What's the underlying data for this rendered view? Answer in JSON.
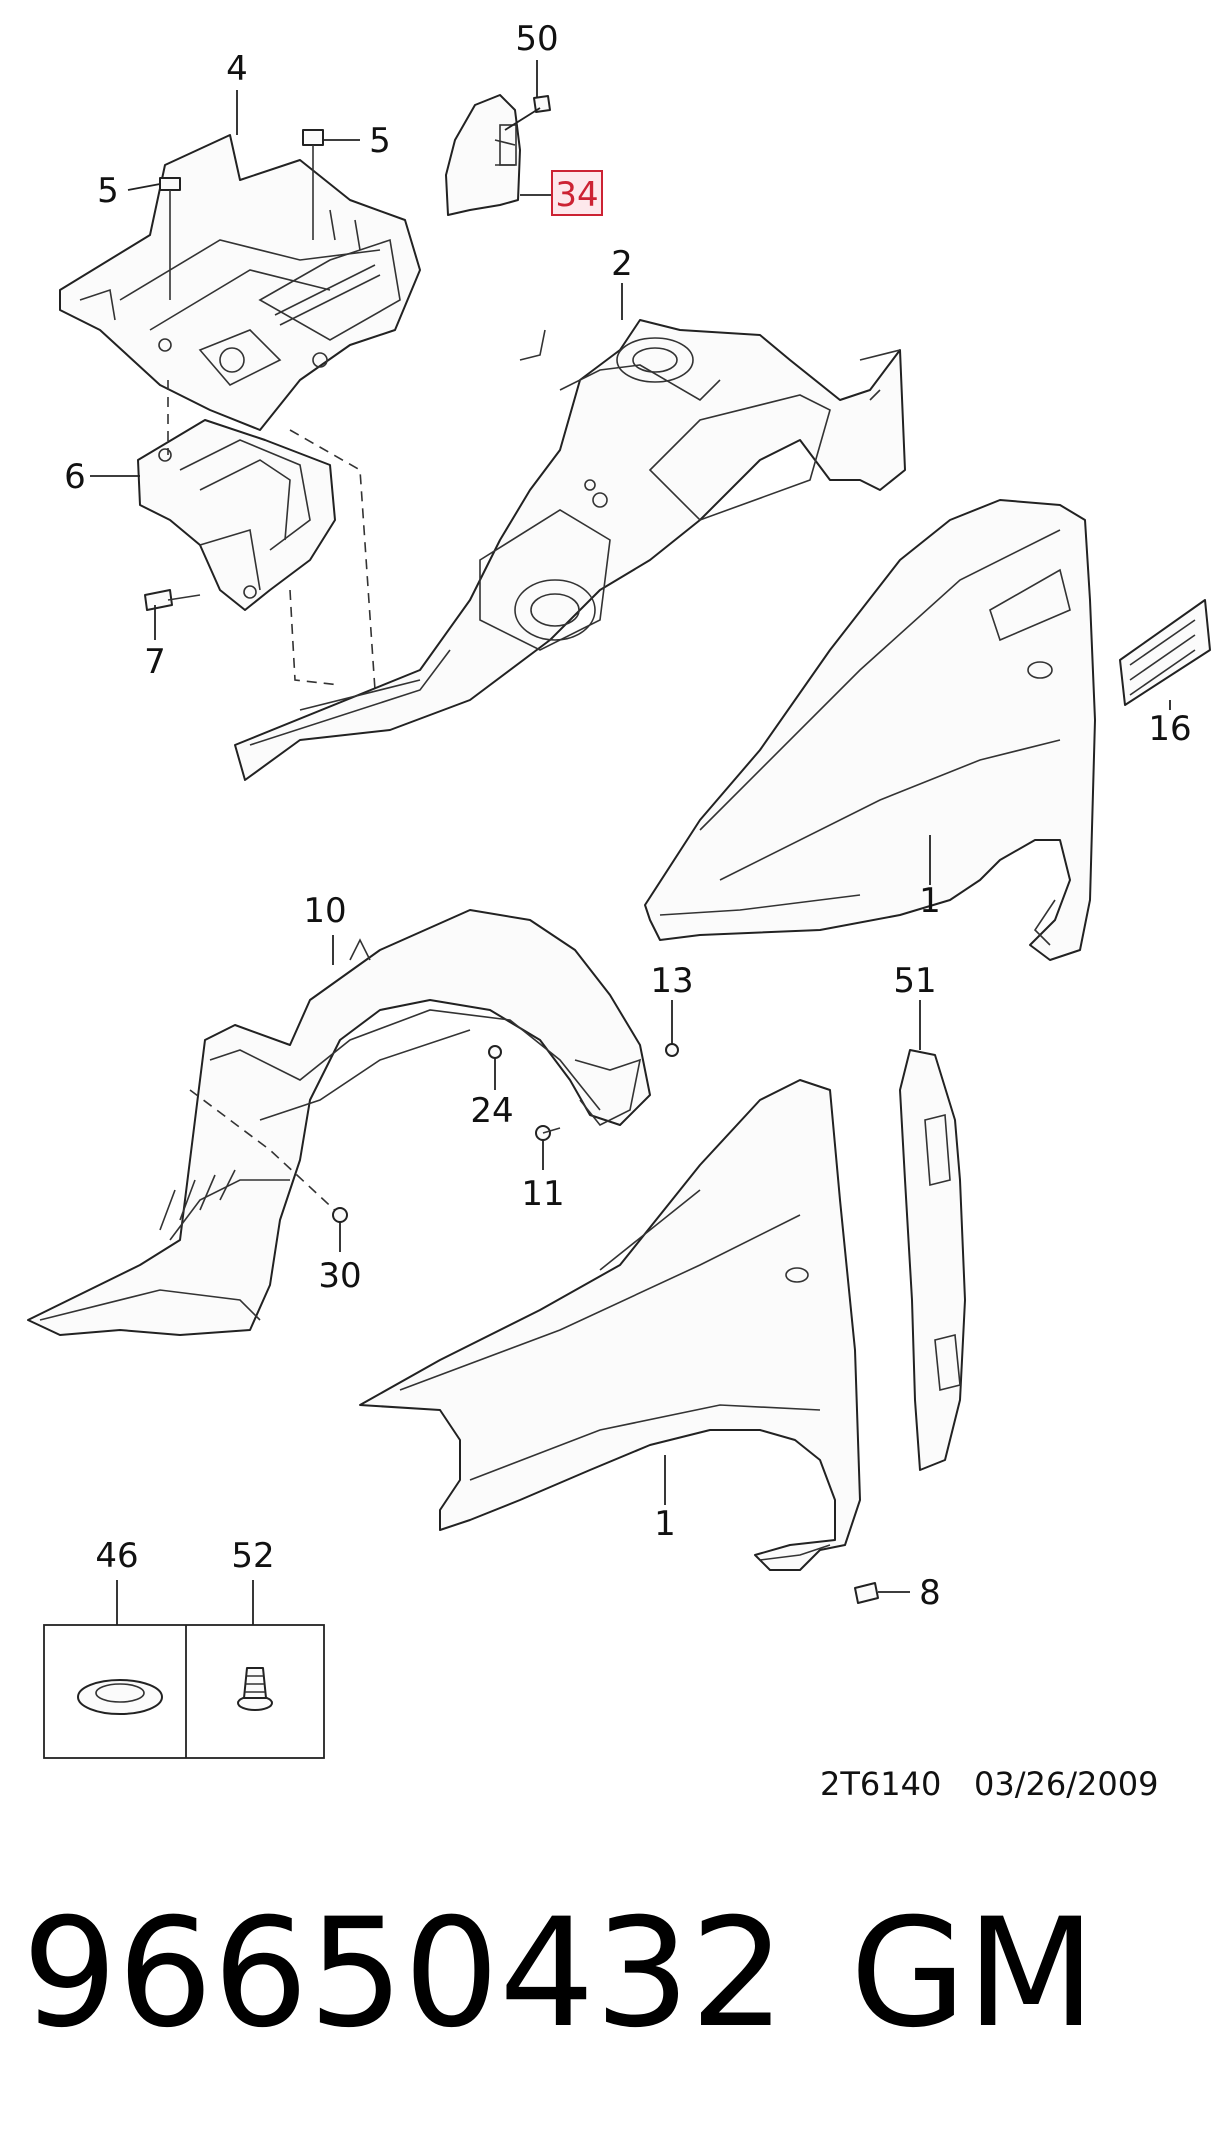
{
  "callouts": {
    "c50": "50",
    "c4": "4",
    "c5a": "5",
    "c5b": "5",
    "c34": "34",
    "c2": "2",
    "c6": "6",
    "c7": "7",
    "c16": "16",
    "c1a": "1",
    "c10": "10",
    "c13": "13",
    "c51": "51",
    "c24": "24",
    "c11": "11",
    "c30": "30",
    "c1b": "1",
    "c8": "8",
    "c46": "46",
    "c52": "52"
  },
  "highlight_color": "#cc2233",
  "highlight_fill": "#fde8ec",
  "document_id": "2T6140",
  "document_date": "03/26/2009",
  "part_number": "96650432",
  "manufacturer": "GM"
}
